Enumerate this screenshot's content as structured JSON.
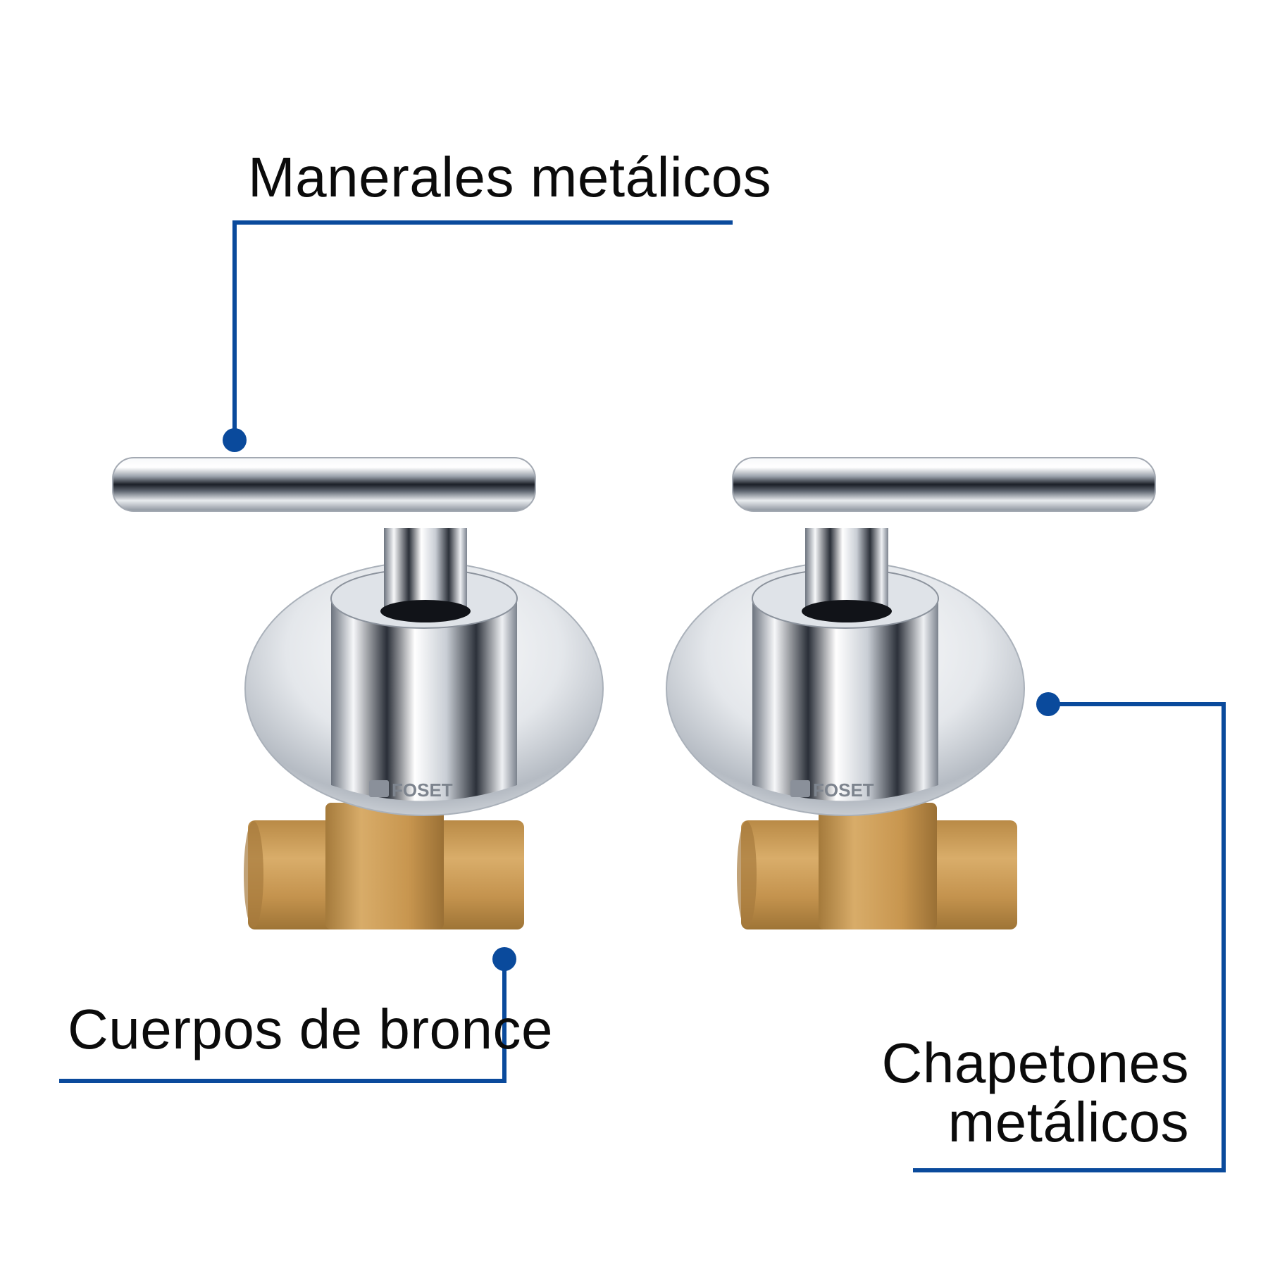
{
  "callouts": {
    "handles": "Manerales metálicos",
    "bodies": "Cuerpos de bronce",
    "plates_line1": "Chapetones",
    "plates_line2": "metálicos"
  },
  "brand": {
    "name": "FOSET"
  },
  "colors": {
    "callout_line": "#0a4a9c",
    "text": "#0b0b0b",
    "chrome_light": "#f4f5f7",
    "chrome_dark": "#1c1f26",
    "brass": "#c89a55",
    "background": "#ffffff"
  }
}
